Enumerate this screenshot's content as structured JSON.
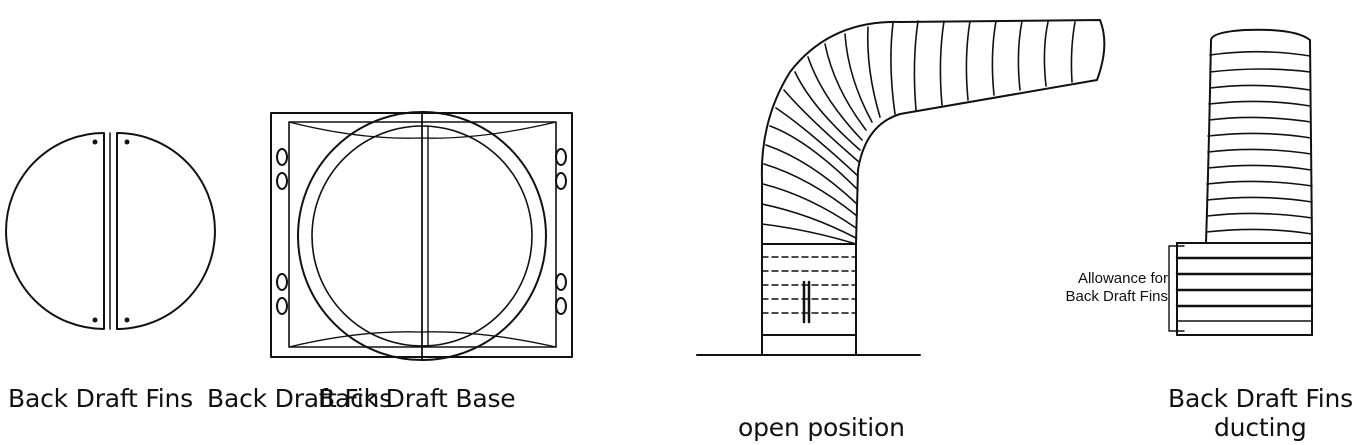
{
  "colors": {
    "ink": "#111111",
    "background": "#ffffff"
  },
  "captions": {
    "fins": "Back Draft Fins",
    "fins_overlap": "Back Draft Fins",
    "base": "Back Draft Base",
    "open_position": "open position",
    "right_line1": "Back Draft Fins",
    "right_line2": "ducting"
  },
  "annotations": {
    "allowance_line1": "Allowance for",
    "allowance_line2": "Back Draft Fins"
  }
}
